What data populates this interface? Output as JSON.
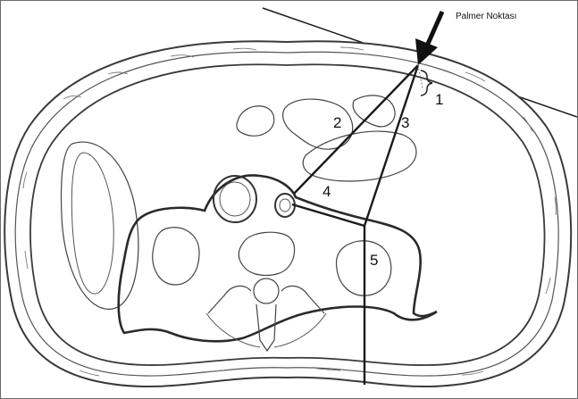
{
  "diagram": {
    "caption": "Palmer Noktası",
    "labels": [
      "1",
      "2",
      "3",
      "4",
      "5"
    ],
    "colors": {
      "outline": "#3a3a3a",
      "lines": "#1a1a1a",
      "fill": "#ffffff",
      "background": "#ffffff"
    }
  }
}
